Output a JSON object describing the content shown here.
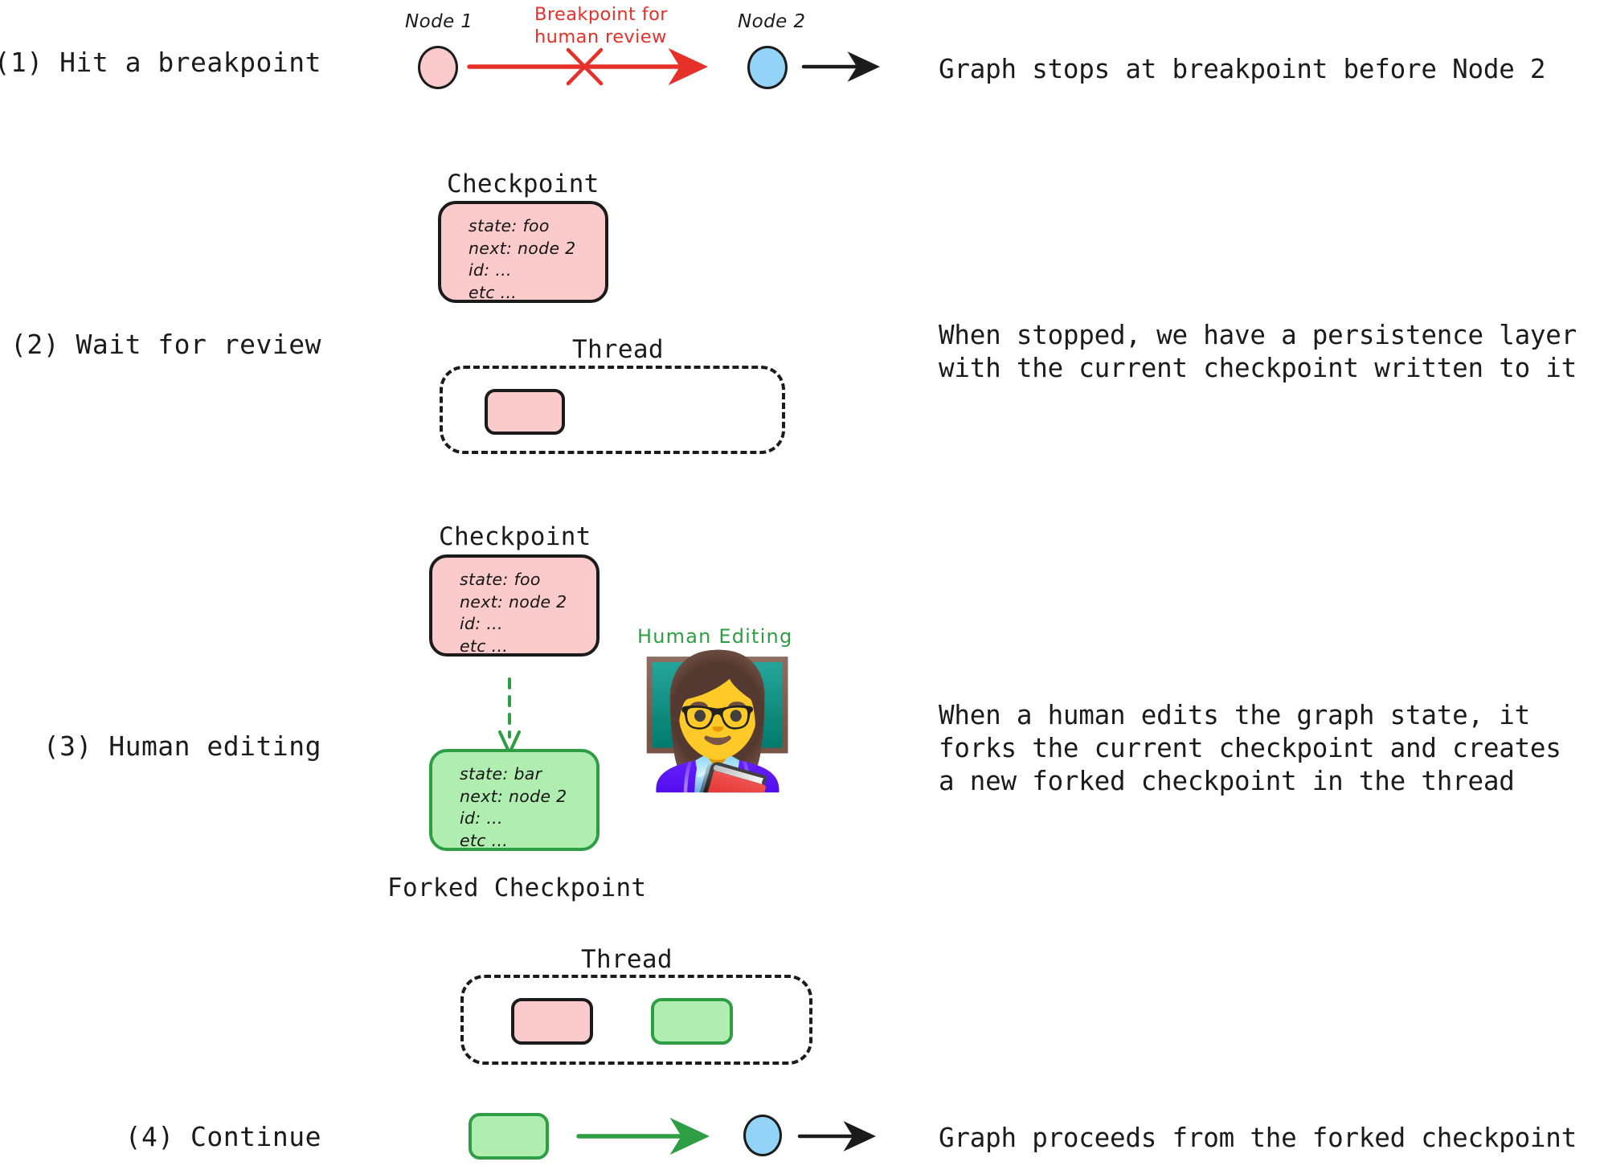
{
  "diagram": {
    "title": "Human-in-the-loop breakpoint and checkpoint forking flow",
    "colors": {
      "pink_fill": "#FBCBCB",
      "green_fill": "#B0EDB0",
      "blue_fill": "#93D3F7",
      "red_accent": "#E8302A",
      "green_accent": "#2E9E44",
      "ink": "#1B1B1B",
      "background": "#FFFFFF"
    },
    "steps": [
      {
        "label": "(1) Hit a breakpoint",
        "description": "Graph stops at breakpoint before Node 2"
      },
      {
        "label": "(2) Wait for review",
        "description": "When stopped, we have a persistence layer\nwith the current checkpoint written to it"
      },
      {
        "label": "(3) Human editing",
        "description": "When a human edits the graph state, it\nforks the current checkpoint and creates\na new forked checkpoint in the thread"
      },
      {
        "label": "(4) Continue",
        "description": "Graph proceeds from the forked checkpoint"
      }
    ],
    "row1": {
      "node1_label": "Node 1",
      "node2_label": "Node 2",
      "breakpoint_label": "Breakpoint for\nhuman review",
      "node1_color": "#FBCBCB",
      "node2_color": "#93D3F7",
      "blocked_edge_color": "#E8302A",
      "continue_edge_color": "#1B1B1B"
    },
    "row2": {
      "checkpoint_caption": "Checkpoint",
      "checkpoint_body": "state: foo\nnext: node 2\nid: ...\netc ...",
      "thread_caption": "Thread",
      "thread_items": [
        {
          "name": "checkpoint-chip",
          "color": "#FBCBCB"
        }
      ]
    },
    "row3": {
      "checkpoint_caption": "Checkpoint",
      "checkpoint_body": "state: foo\nnext: node 2\nid: ...\netc ...",
      "forked_caption": "Forked Checkpoint",
      "forked_body": "state: bar\nnext: node 2\nid: ...\netc ...",
      "human_label": "Human Editing",
      "avatar_glyph": "👩‍🏫",
      "fork_arrow_style": "dashed",
      "fork_arrow_color": "#2E9E44"
    },
    "row4": {
      "thread_caption": "Thread",
      "thread_items": [
        {
          "name": "original-checkpoint-chip",
          "color": "#FBCBCB"
        },
        {
          "name": "forked-checkpoint-chip",
          "color": "#B0EDB0"
        }
      ],
      "forked_node_color": "#B0EDB0",
      "next_node_color": "#93D3F7",
      "resume_edge_color": "#2E9E44",
      "continue_edge_color": "#1B1B1B"
    }
  }
}
